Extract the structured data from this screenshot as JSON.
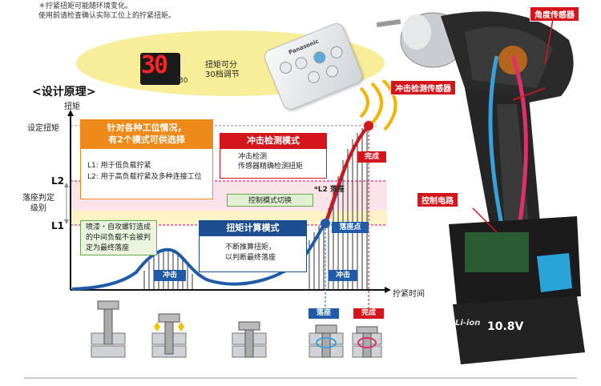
{
  "notes": [
    "＊拧紧扭矩可能随环境变化。",
    "使用前请检查确认实际工位上的拧紧扭矩。"
  ],
  "display": {
    "digits": "30",
    "denominator": "/30",
    "text_line1": "扭矩可分",
    "text_line2": "30档调节"
  },
  "remote": {
    "brand": "Panasonic"
  },
  "section_title": "<设计原理>",
  "axis": {
    "y_label": "扭矩",
    "x_label": "拧紧时间",
    "set_torque": "设定扭矩",
    "seating_judge_line1": "落座判定",
    "seating_judge_line2": "级别",
    "L2": "L2",
    "L1": "L1"
  },
  "orange": {
    "title_line1": "针对各种工位情况，",
    "title_line2": "有2个模式可供选择",
    "line1": "L1: 用于低负载拧紧",
    "line2": "L2: 用于高负载拧紧及多种连接工位"
  },
  "red": {
    "title": "冲击检测模式",
    "line1": "冲击检测",
    "line2": "传感器精确检测扭矩"
  },
  "green_note": "控制模式切换",
  "green_box": {
    "line1": "喷漆・自攻螺钉造成",
    "line2": "的中间负载不会被判",
    "line3": "定为最终落座"
  },
  "blue": {
    "title": "扭矩计算模式",
    "line1": "不断推算扭矩，",
    "line2": "以判断最终落座"
  },
  "l2_seat": "*L2 落座",
  "tags": {
    "impact1": "冲击",
    "impact2": "冲击",
    "seat_point": "落座点",
    "complete_top": "完成",
    "seat_bottom": "落座",
    "complete_bottom": "完成"
  },
  "callouts": {
    "angle_sensor": "角度传感器",
    "impact_sensor": "冲击检测传感器",
    "control_circuit": "控制电路"
  },
  "battery": {
    "brand": "Li-ion",
    "voltage": "10.8V"
  },
  "colors": {
    "orange": "#ee8a1a",
    "red": "#d4161c",
    "blue": "#1e4e92",
    "green": "#6aa84f",
    "pink_band": "#fbe3ea",
    "yellow_band": "#fdf3c6",
    "curve": "#1f5ba8"
  }
}
